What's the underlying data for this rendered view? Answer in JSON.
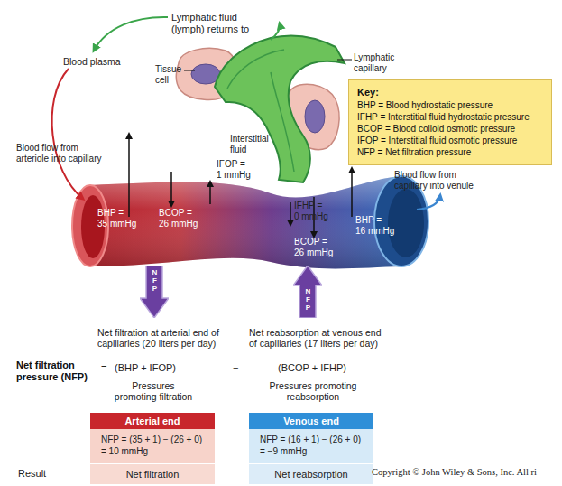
{
  "diagram": {
    "nodes": [
      {
        "text": [
          "Key:",
          "BHP = Blood hydrostatic pressure",
          "IFHP = Interstitial fluid hydrostatic pressure",
          "BCOP = Blood colloid osmotic pressure",
          "IFOP = Interstitial fluid osmotic pressure",
          "NFP = Net filtration pressure"
        ]
      },
      {
        "text": [
          "NFP"
        ]
      },
      {
        "text": [
          "NFP"
        ]
      },
      {
        "text": [
          "Arterial end",
          "NFP = (35 + 1) − (26 + 0) = 10 mmHg"
        ]
      },
      {
        "text": [
          "Venous end",
          "NFP = (16 + 1) − (26 + 0) = −9 mmHg"
        ]
      },
      {
        "text": [
          "Net filtration"
        ]
      },
      {
        "text": [
          "Net reabsorption"
        ]
      }
    ],
    "labels": [
      "Lymphatic fluid (lymph) returns to",
      "Blood plasma",
      "Tissue cell",
      "Lymphatic capillary",
      "Interstitial fluid",
      "Blood flow from arteriole into capillary",
      "IFOP = 1 mmHg",
      "BHP = 35 mmHg",
      "BCOP = 26 mmHg",
      "IFHP = 0 mmHg",
      "BHP = 16 mmHg",
      "BCOP = 26 mmHg",
      "Blood flow from capillary into venule",
      "Net filtration at arterial end of capillaries (20 liters per day)",
      "Net reabsorption at venous end of capillaries (17 liters per day)",
      "Net filtration pressure (NFP)",
      "=",
      "(BHP + IFOP)",
      "−",
      "(BCOP + IFHP)",
      "Pressures promoting filtration",
      "Pressures promoting reabsorption",
      "Result",
      "Copyright © John Wiley & Sons, Inc. All ri"
    ]
  }
}
